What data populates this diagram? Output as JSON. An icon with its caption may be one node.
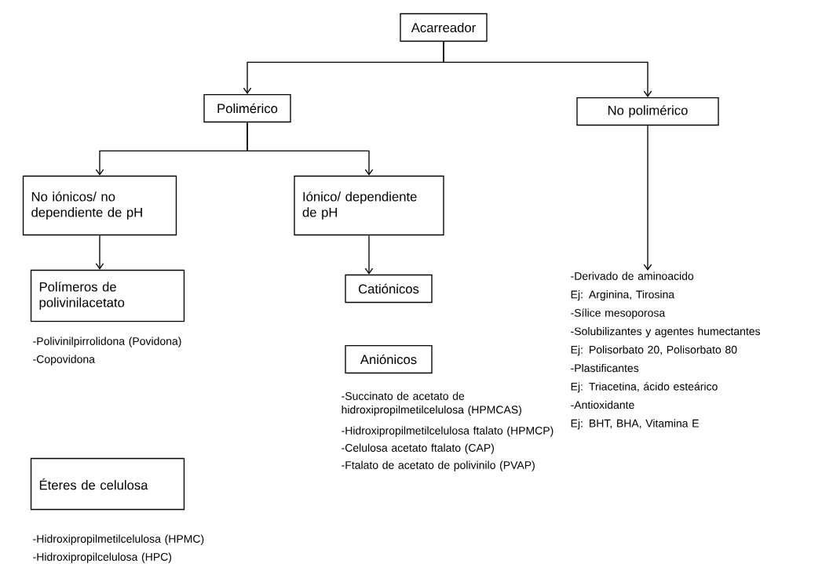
{
  "diagram": {
    "nodes": [
      {
        "text": [
          "Acarreador"
        ]
      },
      {
        "text": [
          "Polimérico"
        ]
      },
      {
        "text": [
          "No polimérico"
        ]
      },
      {
        "text": [
          "No iónicos/ no dependiente de pH"
        ]
      },
      {
        "text": [
          "Iónico/ dependiente de pH"
        ]
      },
      {
        "text": [
          "Polímeros de polivinilacetato"
        ],
        "beside": [
          "-Polivinilpirrolidona (Povidona)",
          "-Copovidona"
        ]
      },
      {
        "text": [
          "Catiónicos"
        ]
      },
      {
        "text": [
          "Aniónicos"
        ],
        "beside": [
          "-Succinato de acetato de hidroxipropilmetilcelulosa (HPMCAS)",
          "-Hidroxipropilmetilcelulosa ftalato (HPMCP)",
          "-Celulosa acetato ftalato (CAP)",
          "-Ftalato de acetato de polivinilo (PVAP)"
        ]
      },
      {
        "text": [
          "Éteres de celulosa"
        ],
        "beside": [
          "-Hidroxipropilmetilcelulosa (HPMC)",
          "-Hidroxipropilcelulosa (HPC)"
        ]
      },
      {
        "text": [
          "-Derivado de aminoacido",
          "Ej: Arginina, Tirosina",
          "-Sílice mesoporosa",
          "-Solubilizantes y agentes humectantes",
          "Ej: Polisorbato 20, Polisorbato 80",
          "-Plastificantes",
          "Ej: Triacetina, ácido esteárico",
          "-Antioxidante",
          "Ej: BHT, BHA, Vitamina E"
        ]
      }
    ],
    "edges": [
      {
        "from": 0,
        "to": 1,
        "arrow": "to"
      },
      {
        "from": 0,
        "to": 2,
        "arrow": "to"
      },
      {
        "from": 1,
        "to": 3,
        "arrow": "to"
      },
      {
        "from": 1,
        "to": 4,
        "arrow": "to"
      },
      {
        "from": 3,
        "to": 5,
        "arrow": "to"
      },
      {
        "from": 4,
        "to": 6,
        "arrow": "to"
      },
      {
        "from": 2,
        "to": 9,
        "arrow": "to"
      }
    ]
  }
}
